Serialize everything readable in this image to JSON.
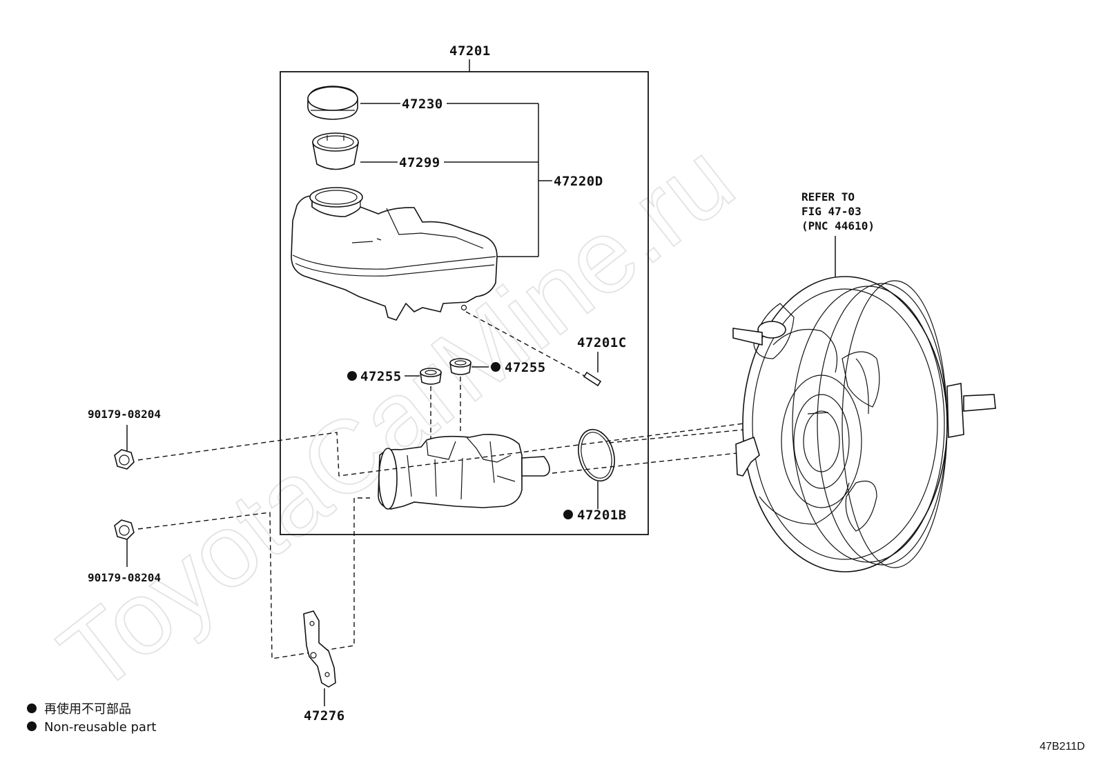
{
  "watermark": "ToyotaCarMine.ru",
  "labels": {
    "assembly": "47201",
    "cap": "47230",
    "strainer": "47299",
    "reservoir_set": "47220D",
    "pin": "47201C",
    "grommet_left": "47255",
    "grommet_right": "47255",
    "o_ring": "47201B",
    "nut_top": "90179-08204",
    "nut_bottom": "90179-08204",
    "bracket": "47276"
  },
  "refer": {
    "line1": "REFER TO",
    "line2": "FIG 47-03",
    "line3": "(PNC 44610)"
  },
  "legend": {
    "japanese": "再使用不可部品",
    "english": "Non-reusable part"
  },
  "figure_code": "47B211D"
}
